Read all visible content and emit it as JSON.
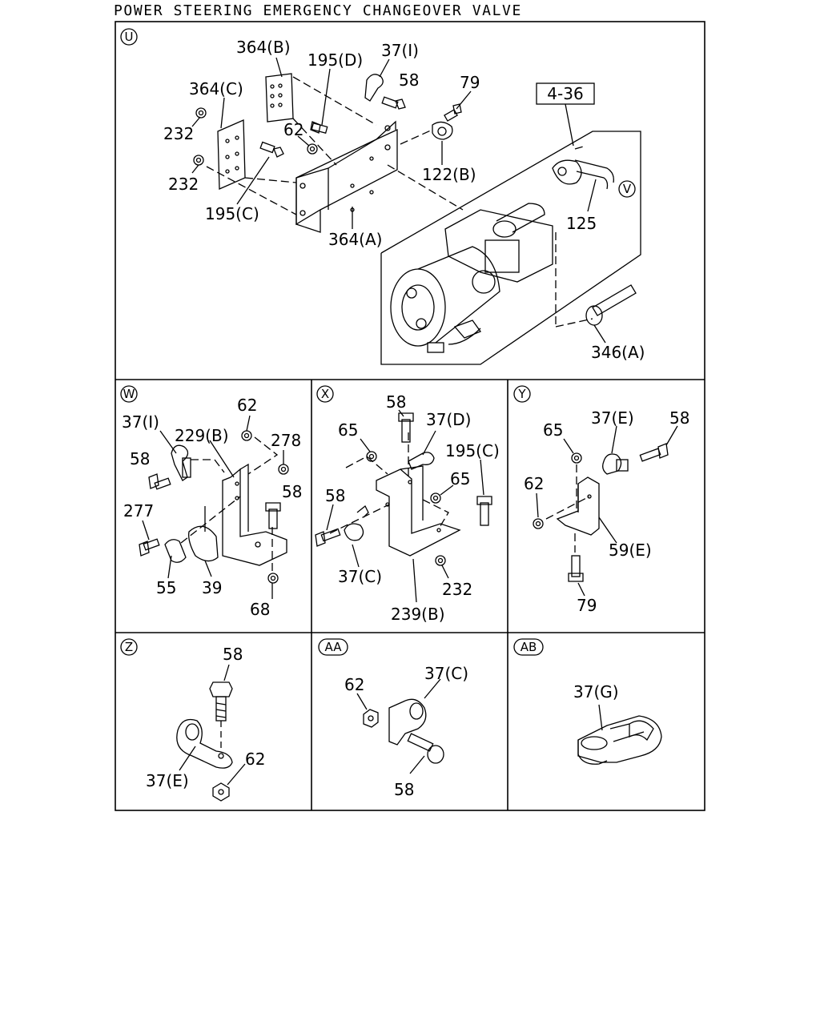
{
  "title": "POWER STEERING EMERGENCY CHANGEOVER VALVE",
  "sections": {
    "u": {
      "id": "U",
      "labels": [
        "364(B)",
        "195(D)",
        "37(I)",
        "58",
        "79",
        "364(C)",
        "232",
        "232",
        "62",
        "122(B)",
        "195(C)",
        "364(A)",
        "125",
        "V",
        "346(A)"
      ],
      "ref": "4-36"
    },
    "w": {
      "id": "W",
      "labels": [
        "62",
        "37(I)",
        "229(B)",
        "278",
        "58",
        "58",
        "277",
        "55",
        "39",
        "68"
      ]
    },
    "x": {
      "id": "X",
      "labels": [
        "58",
        "65",
        "37(D)",
        "195(C)",
        "65",
        "58",
        "37(C)",
        "232",
        "239(B)"
      ]
    },
    "y": {
      "id": "Y",
      "labels": [
        "65",
        "37(E)",
        "58",
        "62",
        "59(E)",
        "79"
      ]
    },
    "z": {
      "id": "Z",
      "labels": [
        "58",
        "62",
        "37(E)"
      ]
    },
    "aa": {
      "id": "AA",
      "labels": [
        "62",
        "37(C)",
        "58"
      ]
    },
    "ab": {
      "id": "AB",
      "labels": [
        "37(G)"
      ]
    }
  }
}
